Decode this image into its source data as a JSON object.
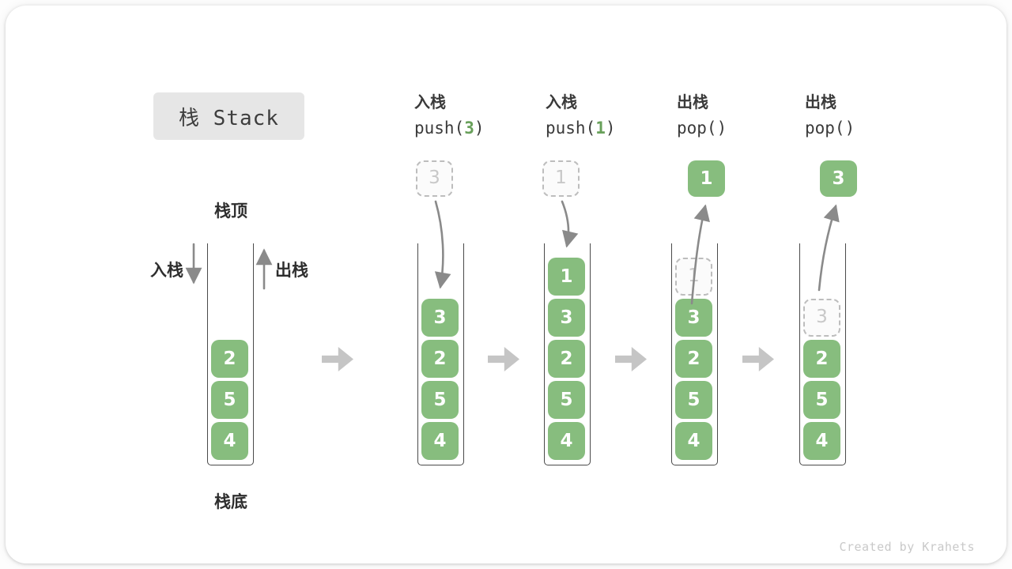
{
  "title": "栈 Stack",
  "watermark": "Created by Krahets",
  "labels": {
    "stack_top": "栈顶",
    "stack_bottom": "栈底",
    "push": "入栈",
    "pop": "出栈"
  },
  "colors": {
    "box_green": "#87bd7e",
    "code_arg_green": "#68a05a",
    "flow_arrow_gray": "#c5c5c5",
    "curve_arrow_gray": "#8a8a8a",
    "dashed_border_gray": "#bdbdbd",
    "title_bg": "#e6e6e6",
    "text_dark": "#3a3a3a"
  },
  "steps": [
    {
      "cells": [
        {
          "value": "4",
          "style": "solid"
        },
        {
          "value": "5",
          "style": "solid"
        },
        {
          "value": "2",
          "style": "solid"
        }
      ]
    },
    {
      "header": {
        "op": "入栈",
        "fn": "push(",
        "arg": "3",
        "close": ")"
      },
      "float_box": {
        "value": "3",
        "style": "dashed"
      },
      "cells": [
        {
          "value": "4",
          "style": "solid"
        },
        {
          "value": "5",
          "style": "solid"
        },
        {
          "value": "2",
          "style": "solid"
        },
        {
          "value": "3",
          "style": "solid"
        }
      ]
    },
    {
      "header": {
        "op": "入栈",
        "fn": "push(",
        "arg": "1",
        "close": ")"
      },
      "float_box": {
        "value": "1",
        "style": "dashed"
      },
      "cells": [
        {
          "value": "4",
          "style": "solid"
        },
        {
          "value": "5",
          "style": "solid"
        },
        {
          "value": "2",
          "style": "solid"
        },
        {
          "value": "3",
          "style": "solid"
        },
        {
          "value": "1",
          "style": "solid"
        }
      ]
    },
    {
      "header": {
        "op": "出栈",
        "fn": "pop(",
        "arg": "",
        "close": ")"
      },
      "float_box": {
        "value": "1",
        "style": "solid"
      },
      "cells": [
        {
          "value": "4",
          "style": "solid"
        },
        {
          "value": "5",
          "style": "solid"
        },
        {
          "value": "2",
          "style": "solid"
        },
        {
          "value": "3",
          "style": "solid"
        },
        {
          "value": "1",
          "style": "dashed"
        }
      ]
    },
    {
      "header": {
        "op": "出栈",
        "fn": "pop(",
        "arg": "",
        "close": ")"
      },
      "float_box": {
        "value": "3",
        "style": "solid"
      },
      "cells": [
        {
          "value": "4",
          "style": "solid"
        },
        {
          "value": "5",
          "style": "solid"
        },
        {
          "value": "2",
          "style": "solid"
        },
        {
          "value": "3",
          "style": "dashed"
        }
      ]
    }
  ]
}
